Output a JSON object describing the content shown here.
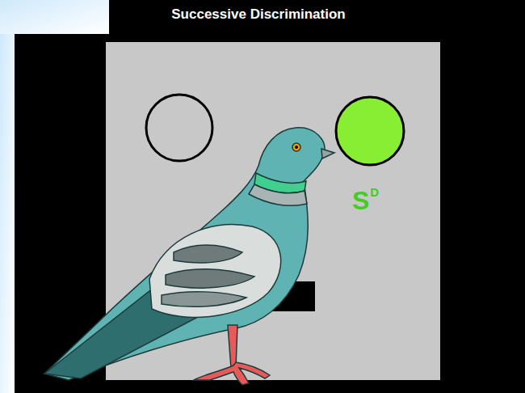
{
  "diagram": {
    "title": "Successive Discrimination",
    "labels": [
      "S",
      "D"
    ]
  }
}
